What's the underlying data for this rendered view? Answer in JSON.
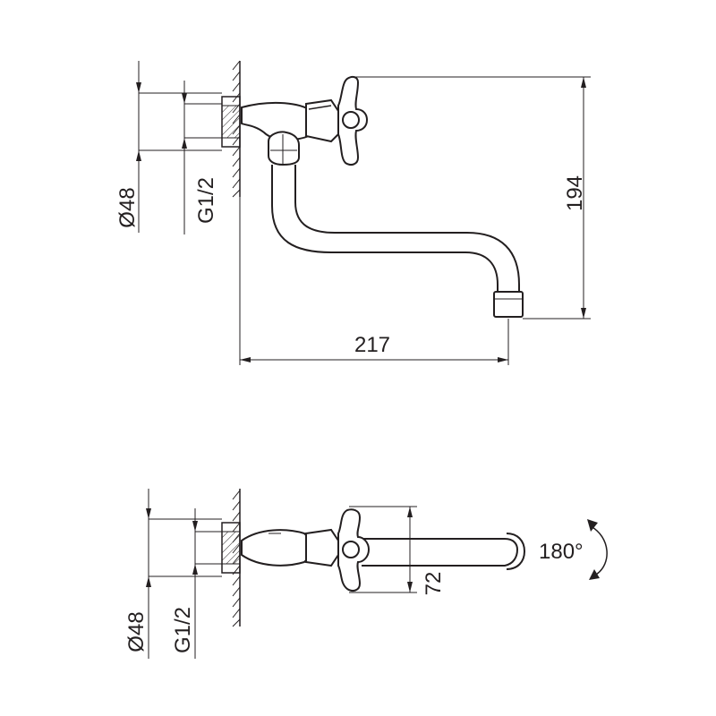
{
  "front_view": {
    "flange_diameter": "Ø48",
    "thread_size": "G1/2",
    "height": "194",
    "projection": "217"
  },
  "top_view": {
    "flange_diameter": "Ø48",
    "thread_size": "G1/2",
    "handle_width": "72",
    "rotation": "180°"
  }
}
